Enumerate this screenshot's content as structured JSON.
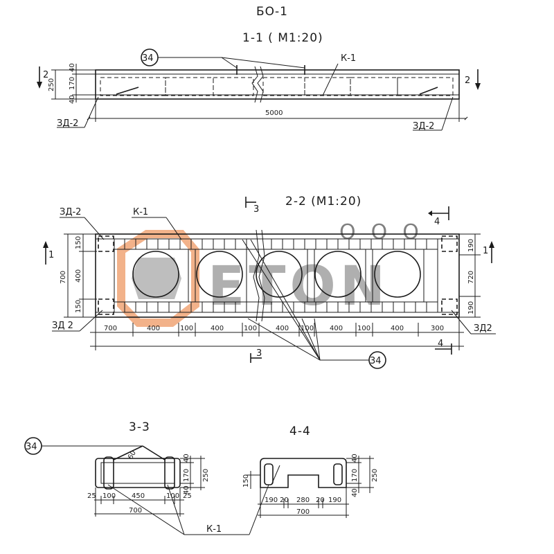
{
  "drawing_title": "БО-1",
  "watermark": {
    "text": "ETON",
    "subtext": "ООО",
    "color_dark": "#6e6e6e",
    "color_accent": "#e9742b"
  },
  "section_1": {
    "title": "1-1 ( M1:20)",
    "callout": "34",
    "frame_label": "К-1",
    "left_mesh": "ЗД-2",
    "right_mesh": "ЗД-2",
    "marker_left": "2",
    "marker_right": "2",
    "overall_length": "5000",
    "dims_vertical": [
      "250",
      "40",
      "170",
      "40"
    ]
  },
  "section_2": {
    "title": "2-2 (M1:20)",
    "frame_label": "К-1",
    "mesh_top_left": "ЗД-2",
    "mesh_bottom_left": "ЗД 2",
    "mesh_right": "ЗД2",
    "marker_left": "1",
    "marker_right": "1",
    "cut3_top": "3",
    "cut3_bottom": "3",
    "cut4_top": "4",
    "cut4_bottom": "4",
    "callout": "34",
    "dims_left": [
      "700",
      "150",
      "400",
      "150"
    ],
    "dims_right": [
      "190",
      "720",
      "190"
    ],
    "dims_bottom": [
      "700",
      "400",
      "100",
      "400",
      "100",
      "400",
      "100",
      "400",
      "300"
    ]
  },
  "section_3": {
    "title": "3-3",
    "callout": "34",
    "angle": "60",
    "dims_vertical": [
      "40",
      "170",
      "250",
      "40"
    ],
    "dims_bottom": [
      "25",
      "100",
      "450",
      "100",
      "25"
    ],
    "total": "700"
  },
  "section_4": {
    "title": "4-4",
    "dim_left": "150",
    "dims_vertical": [
      "40",
      "170",
      "250",
      "40"
    ],
    "dims_bottom": [
      "190",
      "20",
      "280",
      "20",
      "190"
    ],
    "total": "700"
  },
  "frame_label_bottom": "К-1"
}
